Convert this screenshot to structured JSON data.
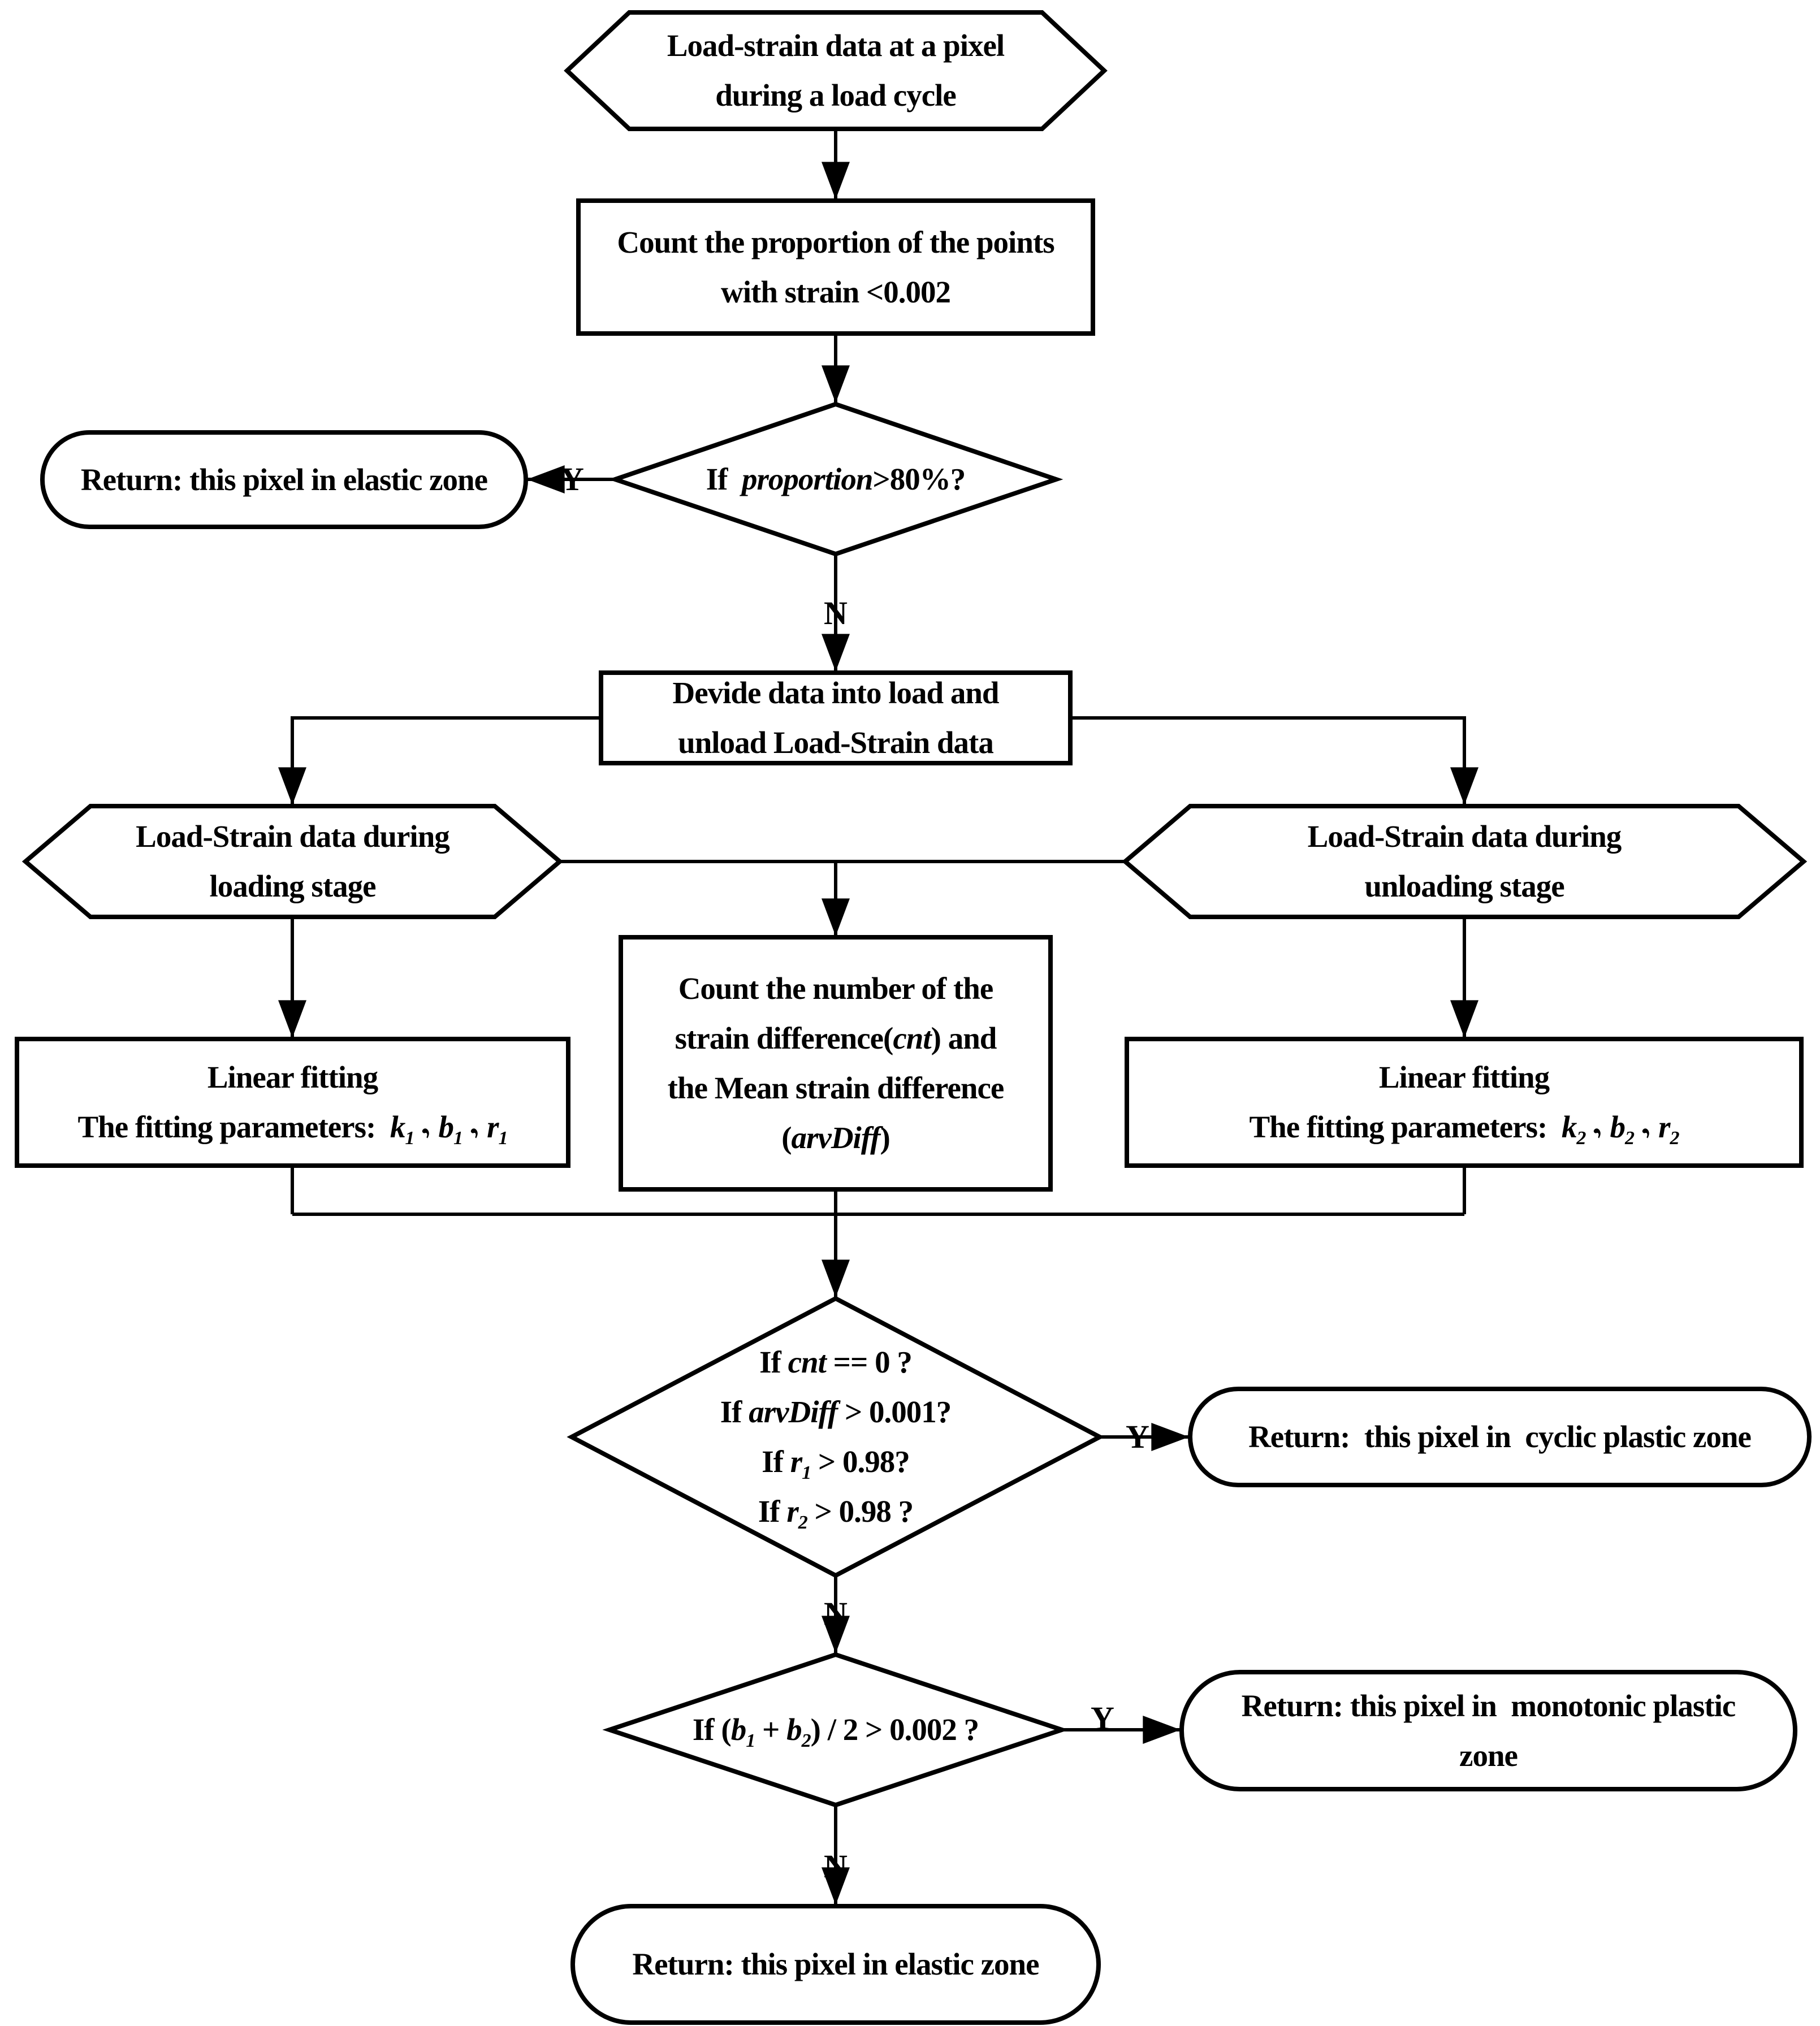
{
  "figure": {
    "type": "flowchart",
    "background_color": "#ffffff",
    "line_color": "#000000"
  },
  "nodes": {
    "start": {
      "shape": "hexagon",
      "label": "Load-strain data at a pixel\nduring a load cycle"
    },
    "count_proportion": {
      "shape": "process",
      "label": "Count the proportion of the points\nwith strain <0.002"
    },
    "proportion_check": {
      "shape": "decision",
      "label": "If  *proportion*>80%?"
    },
    "return_elastic_top": {
      "shape": "terminator",
      "label": "Return: this pixel in elastic zone"
    },
    "divide_data": {
      "shape": "process",
      "label": "Devide data into load and\nunload Load-Strain data"
    },
    "loading_data": {
      "shape": "hexagon",
      "label": "Load-Strain data during\nloading stage"
    },
    "unloading_data": {
      "shape": "hexagon",
      "label": "Load-Strain data during\nunloading stage"
    },
    "fit_loading": {
      "shape": "process",
      "label": "Linear fitting\nThe fitting parameters:  *k_{1}*、 *b_{1}*、 *r_{1}*"
    },
    "count_strain_diff": {
      "shape": "process",
      "label": "Count the number of the\nstrain difference(*cnt*) and\nthe Mean strain difference\n(*arvDiff*)"
    },
    "fit_unloading": {
      "shape": "process",
      "label": "Linear fitting\nThe fitting parameters:  *k_{2}*、 *b_{2}*、 *r_{2}*"
    },
    "plastic_check": {
      "shape": "decision",
      "label": "If *cnt* == 0 ?\nIf *arvDiff* > 0.001?\nIf *r_{1}* > 0.98?\nIf *r_{2}* > 0.98 ?"
    },
    "return_cyclic": {
      "shape": "terminator",
      "label": "Return:  this pixel in  cyclic plastic zone"
    },
    "intercept_check": {
      "shape": "decision",
      "label": "If (*b_{1}* + *b_{2}*) / 2 > 0.002 ?"
    },
    "return_monotonic": {
      "shape": "terminator",
      "label": "Return: this pixel in  monotonic plastic\nzone"
    },
    "return_elastic_bottom": {
      "shape": "terminator",
      "label": "Return: this pixel in elastic zone"
    }
  },
  "edge_labels": {
    "yes": "Y",
    "no": "N"
  }
}
